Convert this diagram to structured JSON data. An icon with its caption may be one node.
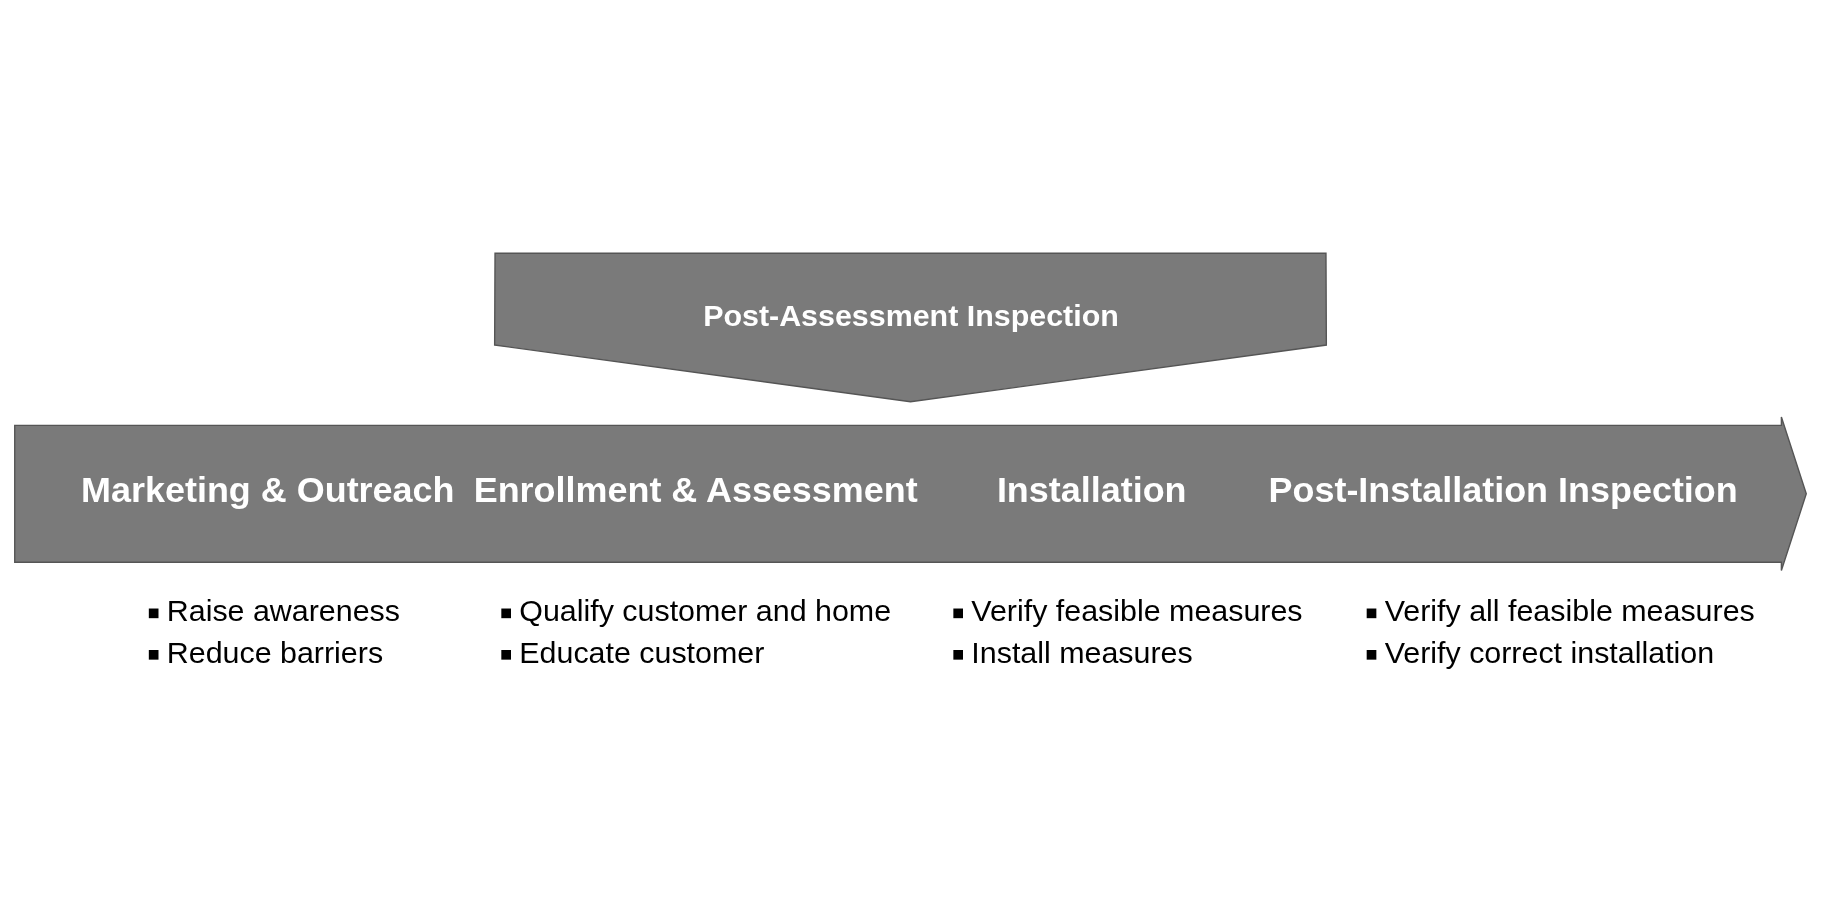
{
  "diagram": {
    "nodes": [
      {
        "text": [
          "Marketing & Outreach",
          "Enrollment & Assessment",
          "Installation",
          "Post-Installation Inspection"
        ]
      },
      {
        "text": [
          "Post-Assessment Inspection"
        ]
      }
    ],
    "labels": [
      "Raise awareness",
      "Reduce barriers",
      "Qualify customer and home",
      "Educate customer",
      "Verify feasible measures",
      "Install measures",
      "Verify all feasible measures",
      "Verify correct installation"
    ]
  }
}
